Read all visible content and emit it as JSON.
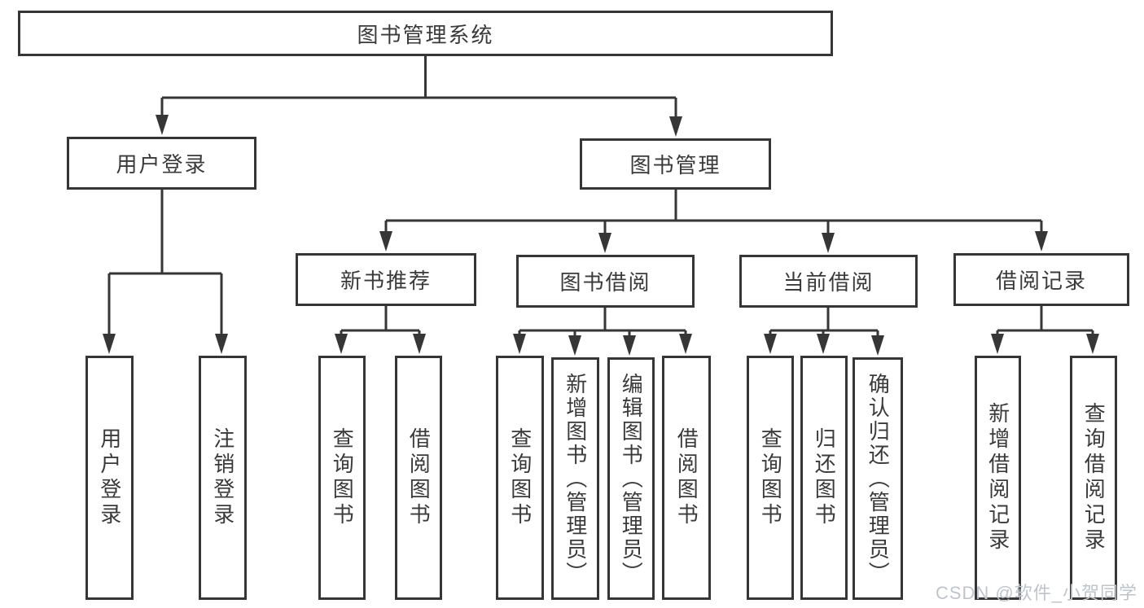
{
  "diagram": {
    "root": "图书管理系统",
    "level2": {
      "user_login": "用户登录",
      "book_mgmt": "图书管理"
    },
    "level3": {
      "new_books": "新书推荐",
      "book_borrow": "图书借阅",
      "current_borrow": "当前借阅",
      "borrow_records": "借阅记录"
    },
    "leaves": {
      "login": "用户登录",
      "logout": "注销登录",
      "nb_query": "查询图书",
      "nb_borrow": "借阅图书",
      "bw_query": "查询图书",
      "bw_add": "新增图书（管理员）",
      "bw_edit": "编辑图书（管理员）",
      "bw_borrow": "借阅图书",
      "cur_query": "查询图书",
      "cur_return": "归还图书",
      "cur_confirm": "确认归还（管理员）",
      "rec_add": "新增借阅记录",
      "rec_query": "查询借阅记录"
    }
  },
  "watermark": "CSDN @软件_小贺同学",
  "colors": {
    "line": "#363636",
    "text": "#3a3a3a",
    "background": "#ffffff",
    "watermark": "#bfc4cb"
  }
}
